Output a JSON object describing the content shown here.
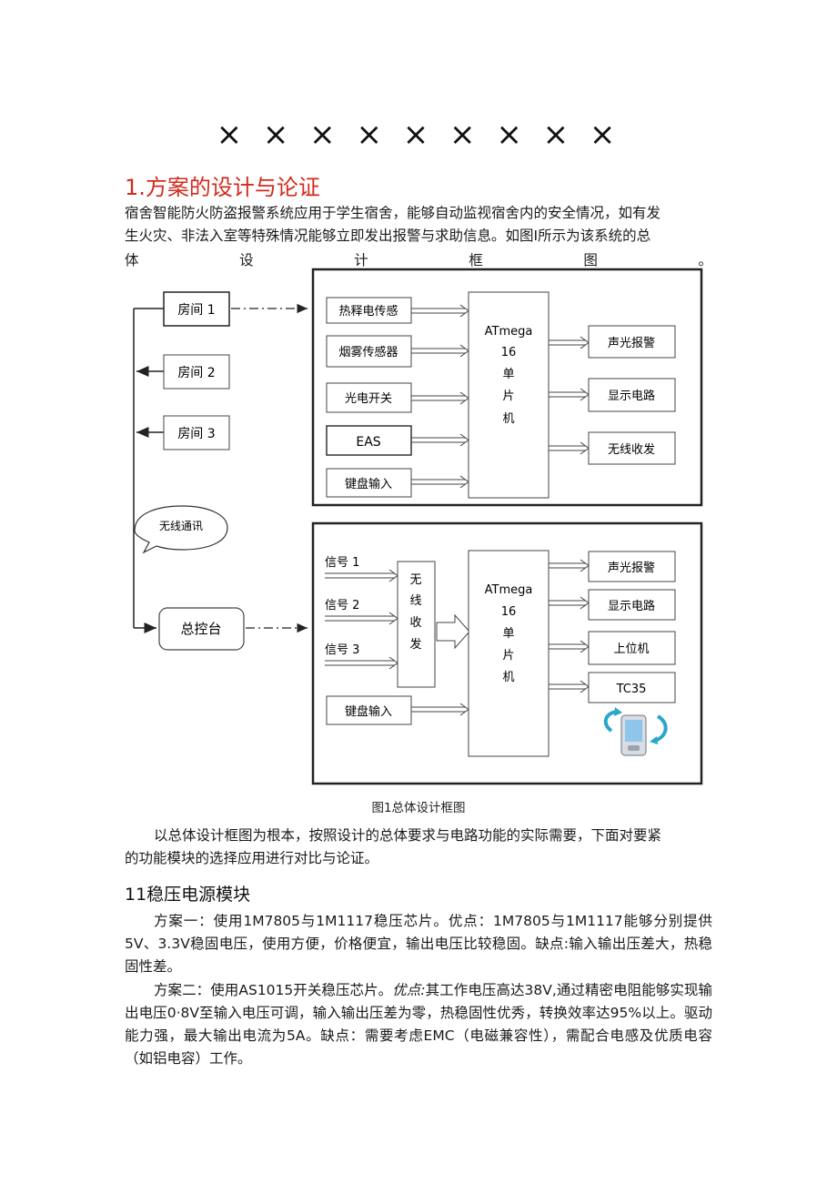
{
  "doc_title": "× × × × × × × × ×",
  "section1": {
    "heading": "1.方案的设计与论证",
    "intro_line1": "宿舍智能防火防盗报警系统应用于学生宿舍，能够自动监视宿舍内的安全情况，如有发",
    "intro_line2": "生火灾、非法入室等特殊情况能够立即发出报警与求助信息。如图I所示为该系统的总",
    "intro_line3_words": [
      "体",
      "设",
      "计",
      "框",
      "图",
      "。"
    ]
  },
  "diagram": {
    "rooms": [
      "房间 1",
      "房间 2",
      "房间 3"
    ],
    "wireless_bubble": "无线通讯",
    "console": "总控台",
    "top": {
      "inputs": [
        "热释电传感",
        "烟雾传感器",
        "光电开关",
        "EAS",
        "键盘输入"
      ],
      "mcu": [
        "ATmega",
        "16",
        "单",
        "片",
        "机"
      ],
      "outputs": [
        "声光报警",
        "显示电路",
        "无线收发"
      ]
    },
    "bottom": {
      "signals": [
        "信号 1",
        "信号 2",
        "信号 3"
      ],
      "wireless_block": [
        "无",
        "线",
        "收",
        "发"
      ],
      "keyboard": "键盘输入",
      "mcu": [
        "ATmega",
        "16",
        "单",
        "片",
        "机"
      ],
      "outputs": [
        "声光报警",
        "显示电路",
        "上位机",
        "TC35"
      ]
    },
    "phone_icon": "mobile-phone-icon",
    "caption": "图1总体设计框图"
  },
  "section1_body": {
    "para_line1": "以总体设计框图为根本，按照设计的总体要求与电路功能的实际需要，下面对要紧",
    "para_line2": "的功能模块的选择应用进行对比与论证。"
  },
  "section11": {
    "heading": "11稳压电源模块",
    "plan1": "方案一：使用1M7805与1M1117稳压芯片。优点：1M7805与1M1117能够分别提供5V、3.3V稳固电压，使用方便，价格便宜，输出电压比较稳固。缺点:输入输出压差大，热稳固性差。",
    "plan2_a": "方案二：使用AS1015开关稳压芯片。",
    "plan2_em": "优点:",
    "plan2_b": "其工作电压高达38V,通过精密电阻能够实现输出电压0·8V至输入电压可调，输入输出压差为零，热稳固性优秀，转换效率达95%以上。驱动能力强，最大输出电流为5A。缺点：需要考虑EMC（电磁兼容性），需配合电感及优质电容（如铝电容）工作。"
  }
}
